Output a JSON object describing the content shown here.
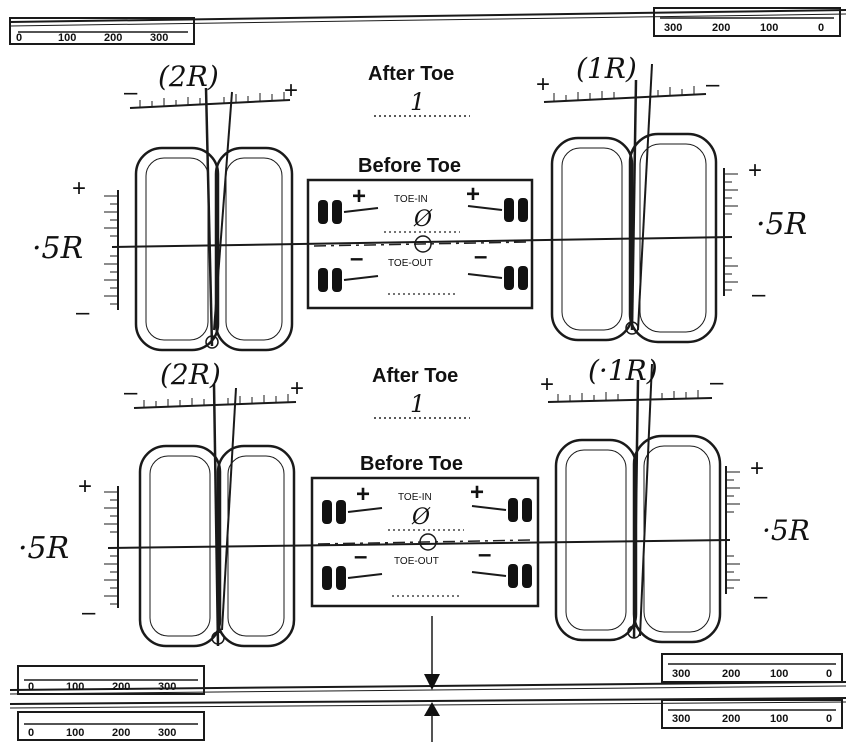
{
  "diagram": {
    "upper": {
      "after_toe_label": "After Toe",
      "after_toe_value": "1",
      "before_toe_label": "Before Toe",
      "left_wheel_tag": "(2R)",
      "right_wheel_tag": "(1R)",
      "left_camber_value": "·5R",
      "right_camber_value": "·5R",
      "before_toe_value": "Ø"
    },
    "lower": {
      "after_toe_label": "After Toe",
      "after_toe_value": "1",
      "before_toe_label": "Before Toe",
      "left_wheel_tag": "(2R)",
      "right_wheel_tag": "(·1R)",
      "left_camber_value": "·5R",
      "right_camber_value": "·5R",
      "before_toe_value": "Ø"
    },
    "indicator": {
      "toe_in": "TOE-IN",
      "toe_out": "TOE-OUT",
      "plus": "+",
      "minus": "–"
    },
    "rulers": {
      "left_labels": [
        "0",
        "100",
        "200",
        "300"
      ],
      "right_labels": [
        "300",
        "200",
        "100",
        "0"
      ]
    }
  }
}
